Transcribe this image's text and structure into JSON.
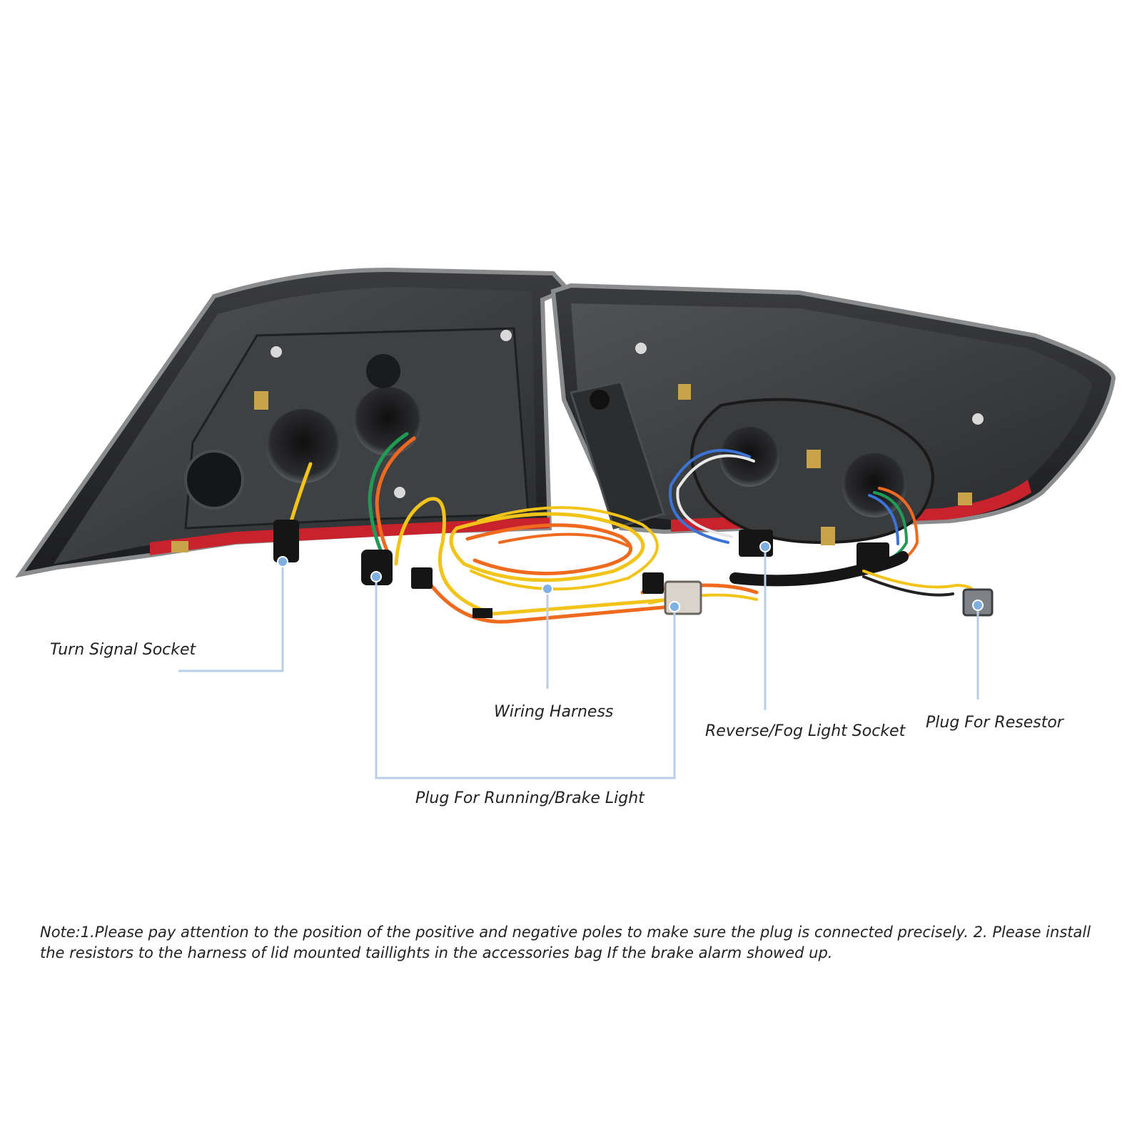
{
  "labels": {
    "turn_signal_socket": "Turn Signal Socket",
    "wiring_harness": "Wiring Harness",
    "reverse_fog_light_socket": "Reverse/Fog Light Socket",
    "plug_for_resestor": "Plug For Resestor",
    "plug_for_running_brake_light": "Plug For Running/Brake Light"
  },
  "note": "Note:1.Please pay attention to the position of the positive and negative poles to make sure the plug is connected precisely. 2. Please install the resistors to the harness of lid mounted taillights in the accessories bag If the brake alarm showed up.",
  "colors": {
    "housing": "#2b2c2e",
    "housing_edge": "#8a8c8e",
    "red_trim": "#c8232c",
    "leader_line": "#b8cde6",
    "leader_dot": "#7fb0e3",
    "wire_yellow": "#f2c318",
    "wire_orange": "#ef6a1e",
    "wire_green": "#1f9b55",
    "wire_blue": "#3b73d6",
    "wire_white": "#e8e8e8"
  }
}
